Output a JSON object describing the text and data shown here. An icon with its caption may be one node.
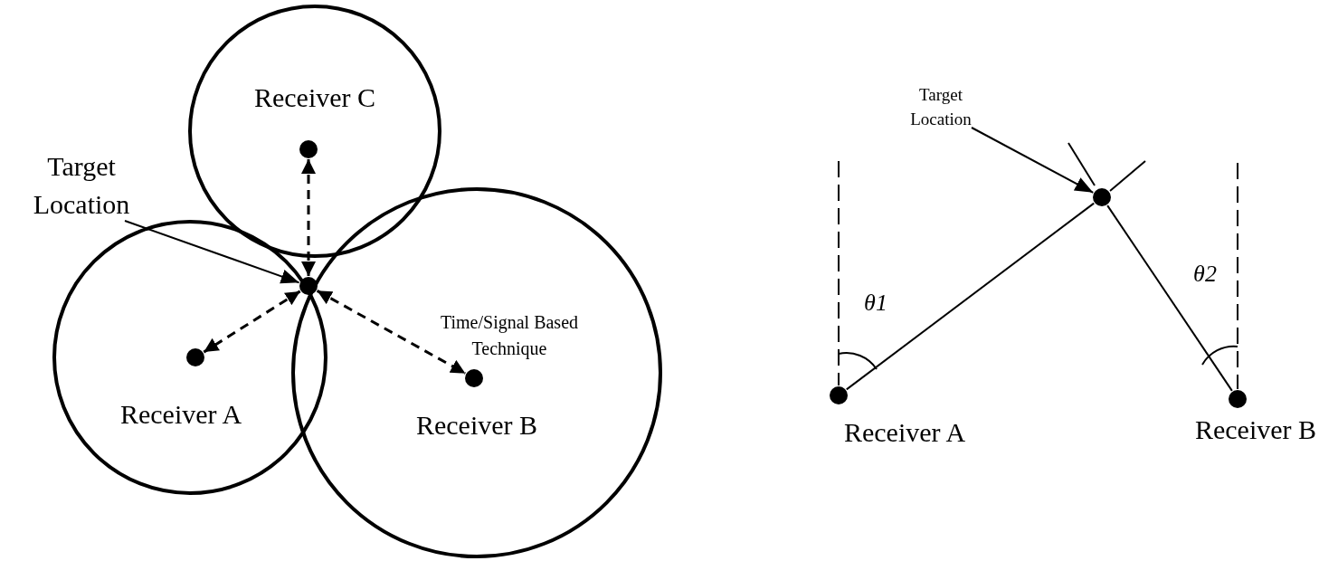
{
  "diagram": {
    "nodes": [
      {
        "text": [
          "Receiver C"
        ]
      },
      {
        "text": [],
        "shape": "circle",
        "in": 0
      },
      {
        "text": [
          "Target Location"
        ]
      },
      {
        "text": [
          "Receiver A"
        ]
      },
      {
        "text": [],
        "shape": "circle",
        "in": 3
      },
      {
        "text": [],
        "shape": "circle"
      },
      {
        "text": [
          "Receiver B"
        ]
      },
      {
        "text": [],
        "shape": "circle",
        "in": 6
      },
      {
        "text": [
          "Target Location"
        ]
      },
      {
        "text": [],
        "shape": "circle"
      },
      {
        "text": [],
        "shape": "circle",
        "beside": [
          "Receiver A"
        ]
      },
      {
        "text": [],
        "shape": "circle",
        "beside": [
          "Receiver B"
        ]
      }
    ],
    "edges": [
      {
        "from": 5,
        "to": 1,
        "arrow": "both",
        "style": "dashed"
      },
      {
        "from": 5,
        "to": 4,
        "arrow": "both",
        "style": "dashed"
      },
      {
        "from": 5,
        "to": 7,
        "arrow": "both",
        "style": "dashed"
      },
      {
        "from": 2,
        "to": 5,
        "arrow": "to"
      },
      {
        "from": 8,
        "to": 9,
        "arrow": "to"
      },
      {
        "from": 10,
        "to": 9,
        "arrow": "none"
      },
      {
        "from": 11,
        "to": 9,
        "arrow": "none"
      }
    ],
    "labels": [
      "Time/Signal Based Technique",
      "θ1",
      "θ2"
    ]
  }
}
